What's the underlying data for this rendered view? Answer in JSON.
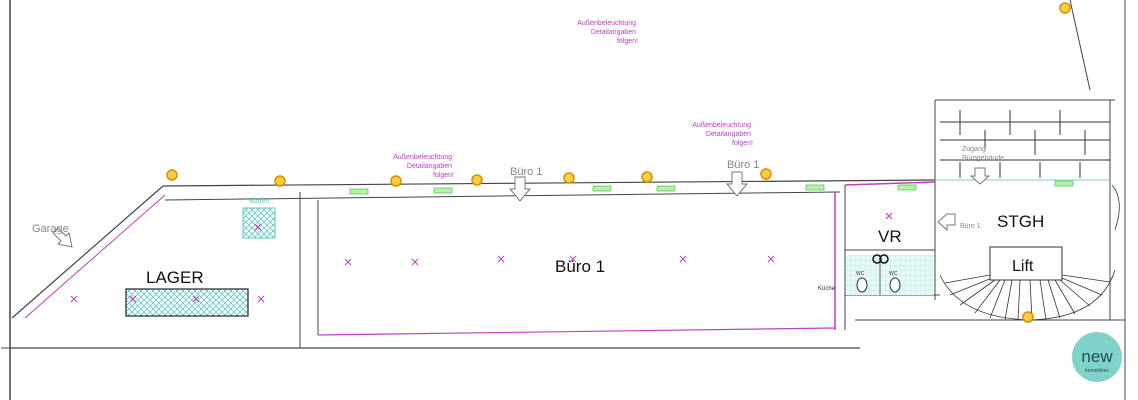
{
  "annotations": {
    "outdoor_light_1": [
      "Außenbeleuchtung",
      "Detailangaben",
      "folgen!"
    ],
    "outdoor_light_2": [
      "Außenbeleuchtung",
      "Detailangaben",
      "folgen!"
    ],
    "outdoor_light_3": [
      "Außenbeleuchtung",
      "Detailangaben",
      "folgen!"
    ]
  },
  "rooms": {
    "garage": "Garage",
    "lager": "LAGER",
    "buero": "Büro 1",
    "vr": "VR",
    "stgh": "STGH",
    "lift": "Lift",
    "kueche": "Küche",
    "wc1": "WC",
    "wc2": "WC",
    "boden": "Boden"
  },
  "entrances": {
    "buero_arrow_1": "Büro 1",
    "buero_arrow_2": "Büro 1",
    "buero_arrow_stgh": "Büro 1",
    "zugang": [
      "Zugang",
      "Bürogebäude"
    ]
  },
  "logo": {
    "name": "new",
    "sub": "Immobilien",
    "color": "#7fd3c9"
  },
  "colors": {
    "wall": "#444444",
    "annotation": "#c040c0",
    "lamp_fill": "#f5d142",
    "lamp_stroke": "#e08a00",
    "hatch": "#5fc9c4"
  }
}
